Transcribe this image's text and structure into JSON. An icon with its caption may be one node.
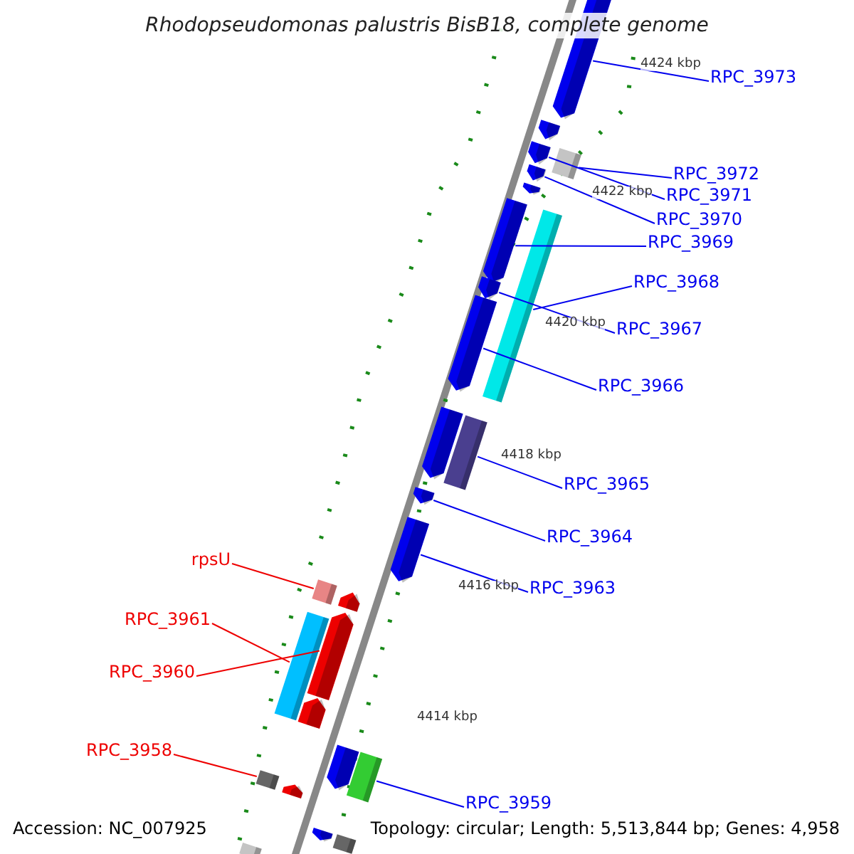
{
  "diagram": {
    "title": "Rhodopseudomonas palustris BisB18, complete genome",
    "nodes": [
      {
        "text": [
          "RPC_3973"
        ]
      },
      {
        "text": [
          "RPC_3972"
        ]
      },
      {
        "text": [
          "RPC_3971"
        ]
      },
      {
        "text": [
          "RPC_3970"
        ]
      },
      {
        "text": [
          "RPC_3969"
        ]
      },
      {
        "text": [
          "RPC_3968"
        ]
      },
      {
        "text": [
          "RPC_3967"
        ]
      },
      {
        "text": [
          "RPC_3966"
        ]
      },
      {
        "text": [
          "RPC_3965"
        ]
      },
      {
        "text": [
          "RPC_3964"
        ]
      },
      {
        "text": [
          "RPC_3963"
        ]
      },
      {
        "text": [
          "rpsU"
        ]
      },
      {
        "text": [
          "RPC_3961"
        ]
      },
      {
        "text": [
          "RPC_3960"
        ]
      },
      {
        "text": [
          "RPC_3958"
        ]
      },
      {
        "text": [
          "RPC_3959"
        ]
      },
      {
        "text": [],
        "shape": "arrow"
      },
      {
        "text": [],
        "shape": "box"
      },
      {
        "text": [],
        "shape": "arrow"
      },
      {
        "text": [],
        "shape": "arrow"
      },
      {
        "text": [],
        "shape": "arrow"
      },
      {
        "text": [],
        "shape": "box"
      },
      {
        "text": [],
        "shape": "arrow"
      },
      {
        "text": [],
        "shape": "arrow"
      },
      {
        "text": [],
        "shape": "box"
      },
      {
        "text": [],
        "shape": "arrow"
      },
      {
        "text": [],
        "shape": "arrow"
      },
      {
        "text": [],
        "shape": "box"
      },
      {
        "text": [],
        "shape": "box"
      },
      {
        "text": [],
        "shape": "arrow"
      },
      {
        "text": [],
        "shape": "box"
      },
      {
        "text": [],
        "shape": "box"
      },
      {
        "text": [],
        "shape": "arrow"
      },
      {
        "text": [],
        "shape": "arrow"
      },
      {
        "text": [],
        "shape": "arrow"
      },
      {
        "text": [],
        "shape": "arrow"
      },
      {
        "text": [],
        "shape": "arrow"
      },
      {
        "text": [],
        "shape": "arrow"
      },
      {
        "text": [],
        "shape": "arrow"
      },
      {
        "text": [],
        "shape": "arrow"
      },
      {
        "text": [],
        "shape": "box"
      },
      {
        "text": [],
        "shape": "box"
      }
    ],
    "edges": [
      {
        "from": 0,
        "to": 16,
        "arrow": "none"
      },
      {
        "from": 1,
        "to": 17,
        "arrow": "none"
      },
      {
        "from": 2,
        "to": 18,
        "arrow": "none"
      },
      {
        "from": 3,
        "to": 19,
        "arrow": "none"
      },
      {
        "from": 4,
        "to": 20,
        "arrow": "none"
      },
      {
        "from": 5,
        "to": 21,
        "arrow": "none"
      },
      {
        "from": 6,
        "to": 22,
        "arrow": "none"
      },
      {
        "from": 7,
        "to": 23,
        "arrow": "none"
      },
      {
        "from": 8,
        "to": 24,
        "arrow": "none"
      },
      {
        "from": 9,
        "to": 25,
        "arrow": "none"
      },
      {
        "from": 10,
        "to": 26,
        "arrow": "none"
      },
      {
        "from": 11,
        "to": 28,
        "arrow": "none",
        "color": "#ee0000"
      },
      {
        "from": 12,
        "to": 31,
        "arrow": "none",
        "color": "#ee0000"
      },
      {
        "from": 13,
        "to": 29,
        "arrow": "none",
        "color": "#ee0000"
      },
      {
        "from": 14,
        "to": 30,
        "arrow": "none",
        "color": "#ee0000"
      },
      {
        "from": 15,
        "to": 27,
        "arrow": "none"
      }
    ],
    "labels": [
      "4424 kbp",
      "4422 kbp",
      "4420 kbp",
      "4418 kbp",
      "4416 kbp",
      "4414 kbp",
      "Accession: NC_007925",
      "Topology: circular; Length: 5,513,844 bp; Genes: 4,958"
    ]
  }
}
